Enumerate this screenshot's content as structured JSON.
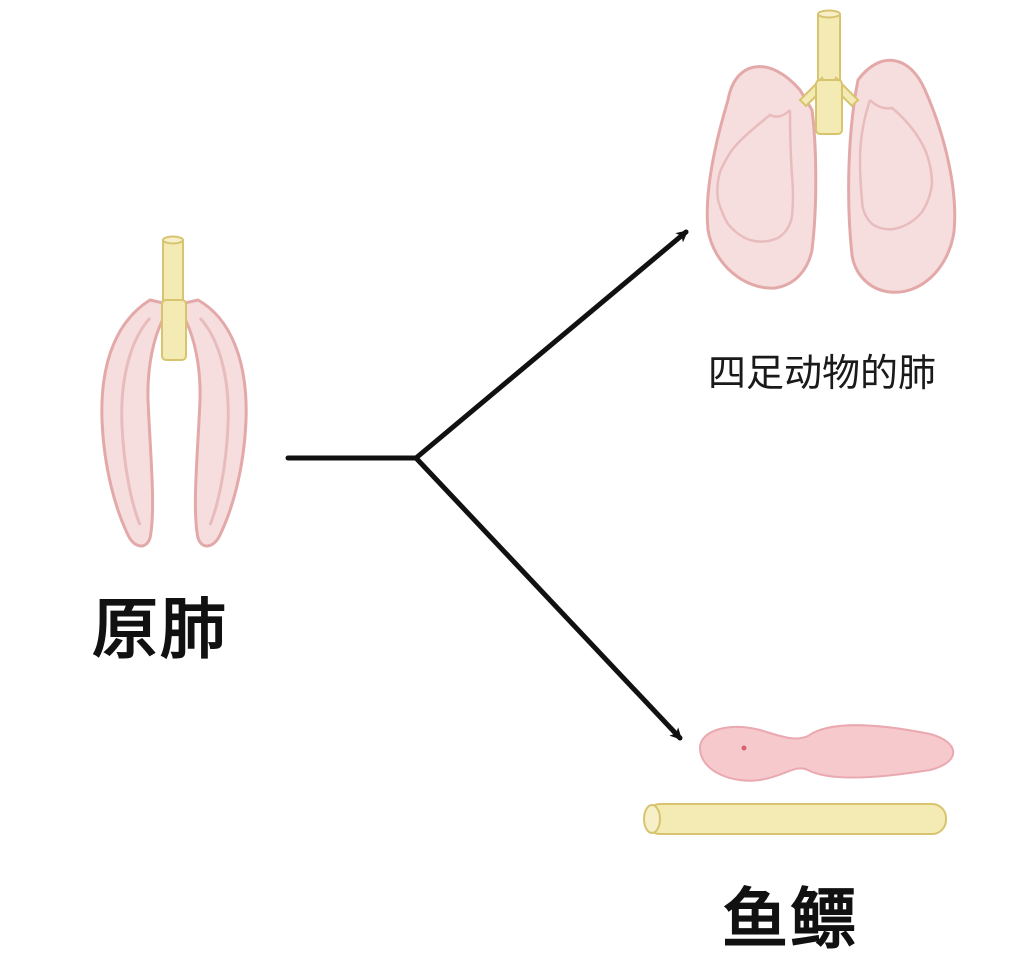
{
  "labels": {
    "primitive_lung": "原肺",
    "tetrapod_lung": "四足动物的肺",
    "swim_bladder": "鱼鳔"
  },
  "colors": {
    "lung_fill": "#f7dede",
    "lung_outline": "#e3a9a9",
    "lung_inner": "#e8bcbc",
    "trachea_fill": "#f3eab4",
    "trachea_outline": "#d8c46f",
    "bladder_fill": "#f6c9cd",
    "bladder_outline": "#eaa9b0",
    "arrow": "#111111"
  }
}
